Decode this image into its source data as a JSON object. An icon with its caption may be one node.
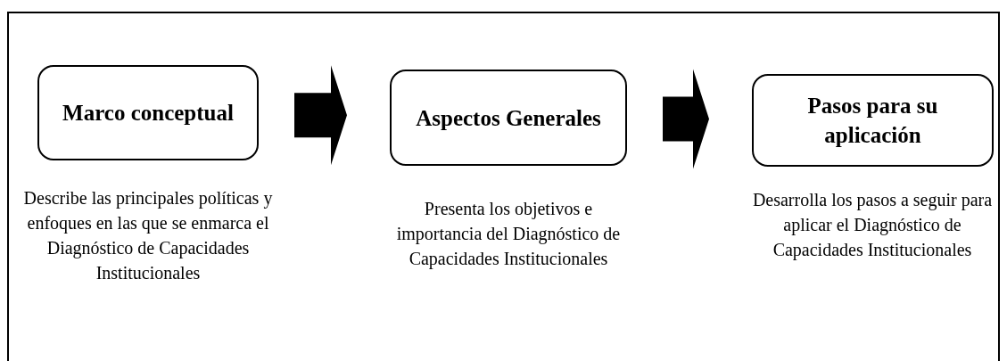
{
  "diagram": {
    "nodes": [
      {
        "text": [
          "Marco conceptual"
        ],
        "beside": [
          "Describe las principales políticas y enfoques en las que se enmarca el Diagnóstico de Capacidades Institucionales"
        ]
      },
      {
        "text": [
          "Aspectos Generales"
        ],
        "beside": [
          "Presenta los objetivos e importancia del Diagnóstico de Capacidades Institucionales"
        ]
      },
      {
        "text": [
          "Pasos para su aplicación"
        ],
        "beside": [
          "Desarrolla los pasos a seguir para aplicar el Diagnóstico de Capacidades Institucionales"
        ]
      }
    ],
    "edges": [
      {
        "from": 0,
        "to": 1,
        "arrow": "to"
      },
      {
        "from": 1,
        "to": 2,
        "arrow": "to"
      }
    ]
  }
}
